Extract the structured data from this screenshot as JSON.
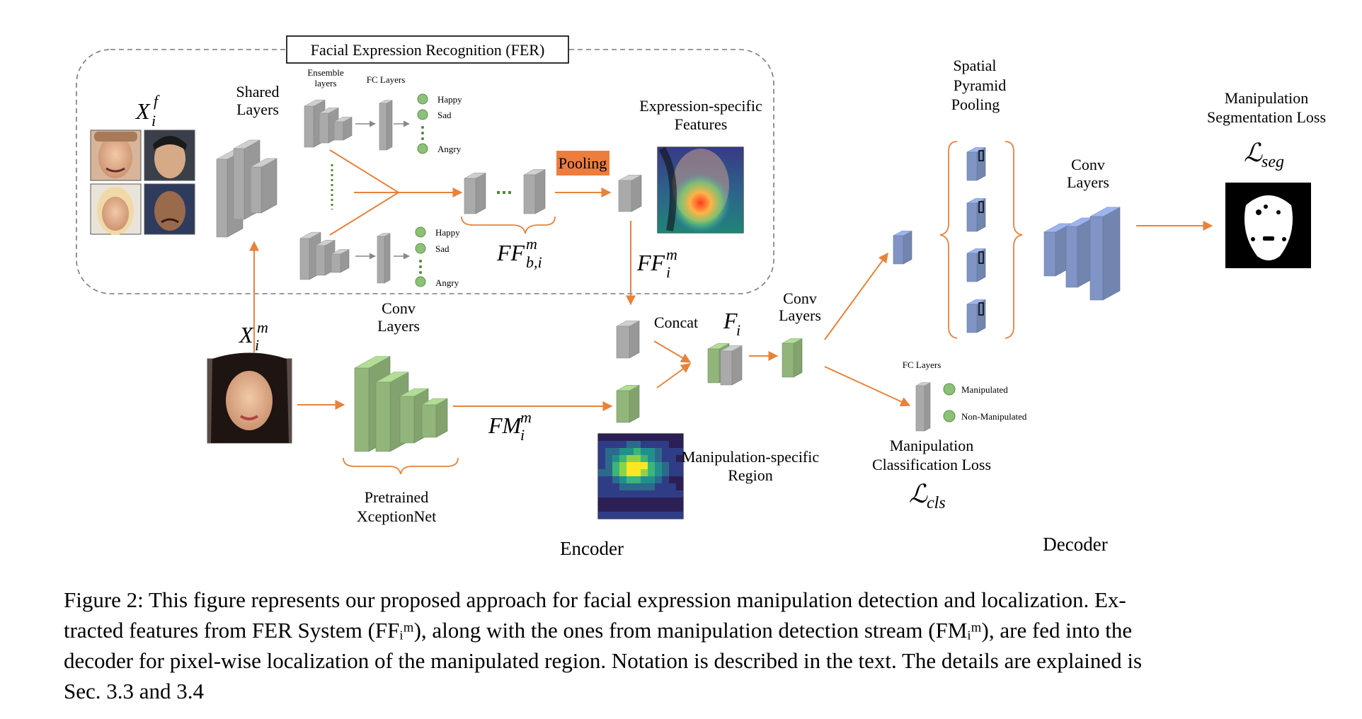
{
  "fer_title": "Facial Expression Recognition (FER)",
  "shared_layers": [
    "Shared",
    "Layers"
  ],
  "ensemble_layers": [
    "Ensemble",
    "layers"
  ],
  "fc_layers_small": "FC Layers",
  "emotions": [
    "Happy",
    "Sad",
    "Angry"
  ],
  "expression_features": [
    "Expression-specific",
    "Features"
  ],
  "pooling": "Pooling",
  "input_f": {
    "base": "X",
    "sub": "i",
    "sup": "f"
  },
  "input_m": {
    "base": "X",
    "sub": "i",
    "sup": "m"
  },
  "ff_b": {
    "base": "FF",
    "sub": "b,i",
    "sup": "m"
  },
  "ff_i": {
    "base": "FF",
    "sub": "i",
    "sup": "m"
  },
  "fm_i": {
    "base": "FM",
    "sub": "i",
    "sup": "m"
  },
  "f_i": {
    "base": "F",
    "sub": "i"
  },
  "conv_layers": [
    "Conv",
    "Layers"
  ],
  "pretrained": [
    "Pretrained",
    "XceptionNet"
  ],
  "concat": "Concat",
  "manip_region": [
    "Manipulation-specific",
    "Region"
  ],
  "spp": [
    "Spatial",
    "Pyramid",
    "Pooling"
  ],
  "seg_loss": [
    "Manipulation",
    "Segmentation Loss"
  ],
  "seg_sym": {
    "base": "ℒ",
    "sub": "seg"
  },
  "cls_loss": [
    "Manipulation",
    "Classification Loss"
  ],
  "cls_sym": {
    "base": "ℒ",
    "sub": "cls"
  },
  "cls_outputs": [
    "Manipulated",
    "Non-Manipulated"
  ],
  "encoder": "Encoder",
  "decoder": "Decoder",
  "caption": [
    "Figure 2: This figure represents our proposed approach for facial expression manipulation detection and localization. Ex-",
    "tracted features from FER System (FFᵢᵐ), along with the ones from manipulation detection stream (FMᵢᵐ), are fed into the",
    "decoder for pixel-wise localization of the manipulated region. Notation is described in the text. The details are explained is",
    "Sec. 3.3 and 3.4"
  ],
  "colors": {
    "arrow": "#e8823a",
    "gray": "#b9b9b9",
    "green": "#9fc586",
    "blue": "#8ba2d6",
    "node": "#8bc277",
    "pooling": "#ec7d3c"
  }
}
